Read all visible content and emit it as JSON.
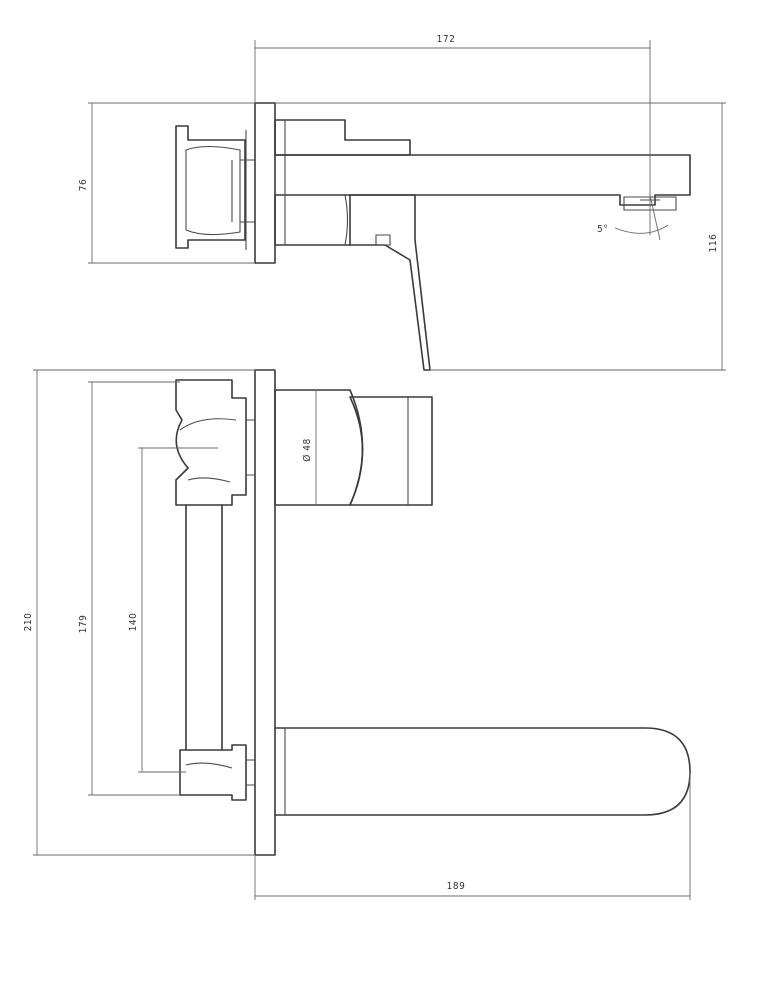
{
  "dimensions": {
    "top_width": "172",
    "top_height_left": "76",
    "top_height_right": "116",
    "angle": "5°",
    "diameter": "Ø 48",
    "front_total_height": "210",
    "front_height_179": "179",
    "front_height_140": "140",
    "front_width": "189"
  },
  "colors": {
    "line": "#3a3a3a",
    "dimension": "#6a6a6a",
    "background": "#ffffff"
  }
}
